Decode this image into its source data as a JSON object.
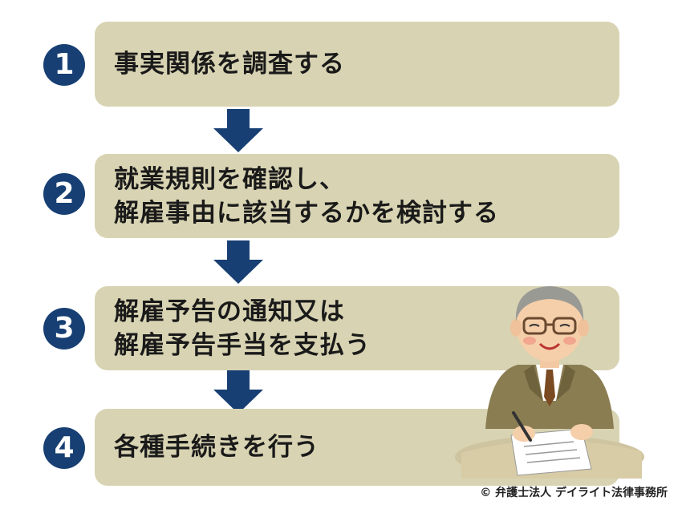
{
  "steps": [
    {
      "number": "1",
      "lines": [
        "事実関係を調査する"
      ]
    },
    {
      "number": "2",
      "lines": [
        "就業規則を確認し、",
        "解雇事由に該当するかを検討する"
      ]
    },
    {
      "number": "3",
      "lines": [
        "解雇予告の通知又は",
        "解雇予告手当を支払う"
      ]
    },
    {
      "number": "4",
      "lines": [
        "各種手続きを行う"
      ]
    }
  ],
  "credit": "© 弁護士法人 デイライト法律事務所",
  "colors": {
    "box": "#d8d3b2",
    "number_circle": "#173f73",
    "arrow": "#173f73"
  }
}
